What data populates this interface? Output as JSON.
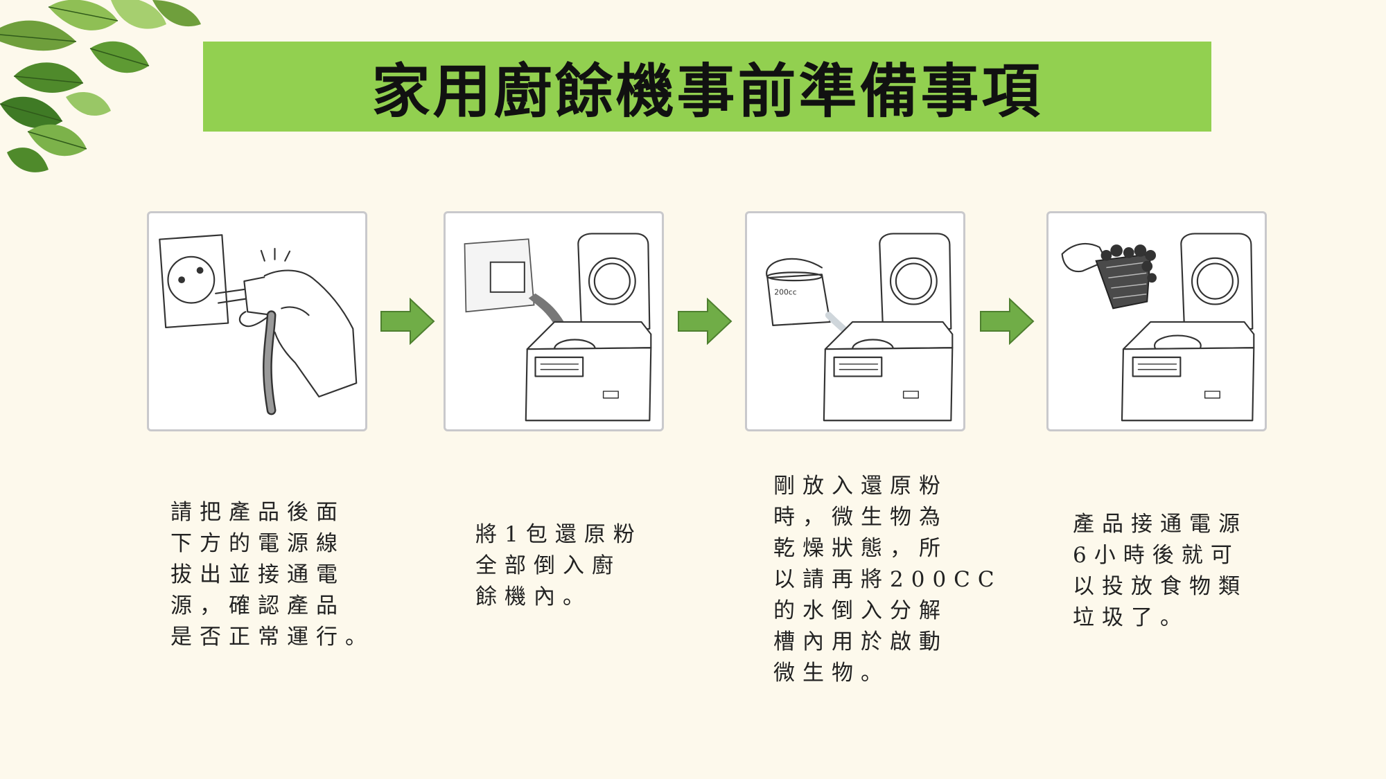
{
  "header": {
    "title": "家用廚餘機事前準備事項"
  },
  "steps": [
    {
      "icon": "plug-in-power-icon",
      "caption": "請把產品後面\n下方的電源線\n拔出並接通電\n源，確認產品\n是否正常運行。"
    },
    {
      "icon": "pour-powder-icon",
      "caption": "將1包還原粉\n全部倒入廚\n餘機內。"
    },
    {
      "icon": "pour-water-icon",
      "label": "200cc",
      "caption": "剛放入還原粉\n時，微生物為\n乾燥狀態，所\n以請再將200CC\n的水倒入分解\n槽內用於啟動\n微生物。"
    },
    {
      "icon": "add-food-waste-icon",
      "caption": "產品接通電源\n6小時後就可\n以投放食物類\n垃圾了。"
    }
  ],
  "colors": {
    "title_bar": "#92d050",
    "arrow": "#70ad47",
    "background": "#fdf9ec"
  }
}
